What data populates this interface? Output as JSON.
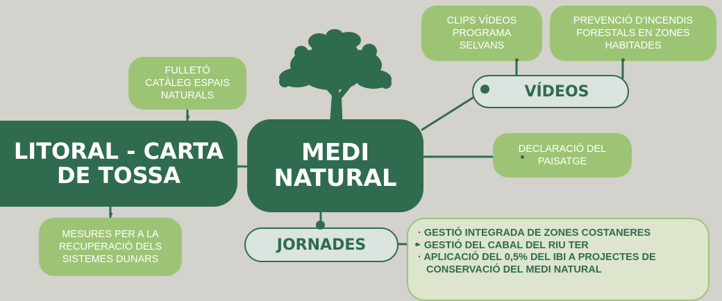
{
  "center": {
    "line1": "MEDI",
    "line2": "NATURAL"
  },
  "litoral": {
    "line1": "LITORAL - CARTA",
    "line2": "DE TOSSA"
  },
  "fulleto": {
    "text": "FULLETÓ\nCATÀLEG ESPAIS\nNATURALS"
  },
  "mesures": {
    "text": "MESURES PER A LA\nRECUPERACIÓ DELS\nSISTEMES DUNARS"
  },
  "videos": {
    "label": "VÍDEOS",
    "clips": "CLIPS VÍDEOS\nPROGRAMA\nSELVANS",
    "prevencio": "PREVENCIÓ D’INCENDIS\nFORESTALS EN ZONES\nHABITADES"
  },
  "declaracio": {
    "text": "DECLARACIÓ DEL\nPAISATGE"
  },
  "jornades": {
    "label": "JORNADES",
    "items": [
      "· GESTIÓ INTEGRADA DE ZONES COSTANERES",
      "· GESTIÓ DEL CABAL DEL RIU TER",
      "· APLICACIÓ DEL 0,5% DEL IBI A PROJECTES DE CONSERVACIÓ DEL MEDI NATURAL"
    ]
  },
  "colors": {
    "background": "#d3d2cd",
    "dark_green": "#2f6b4f",
    "light_green": "#9dc475",
    "outline_fill": "#dbe4de",
    "list_fill": "#dde5cd"
  },
  "icons": {
    "tree": "tree-icon"
  }
}
